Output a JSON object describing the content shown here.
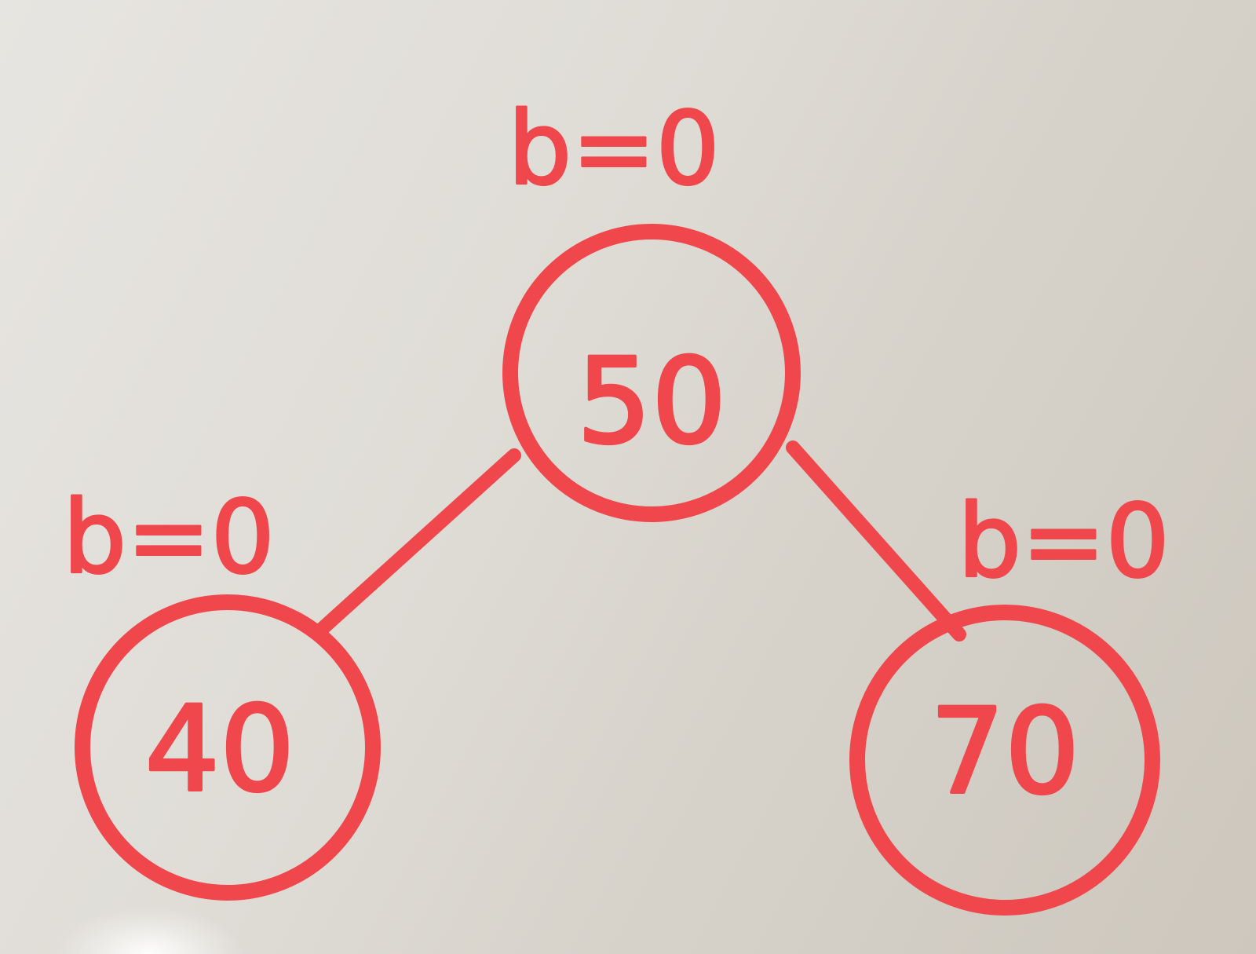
{
  "diagram": {
    "ink_color": "#f0474c",
    "nodes": [
      {
        "id": "root",
        "value": "50",
        "balance": "b=0"
      },
      {
        "id": "left",
        "value": "40",
        "balance": "b=0"
      },
      {
        "id": "right",
        "value": "70",
        "balance": "b=0"
      }
    ],
    "edges": [
      {
        "from": "root",
        "to": "left"
      },
      {
        "from": "root",
        "to": "right"
      }
    ]
  }
}
